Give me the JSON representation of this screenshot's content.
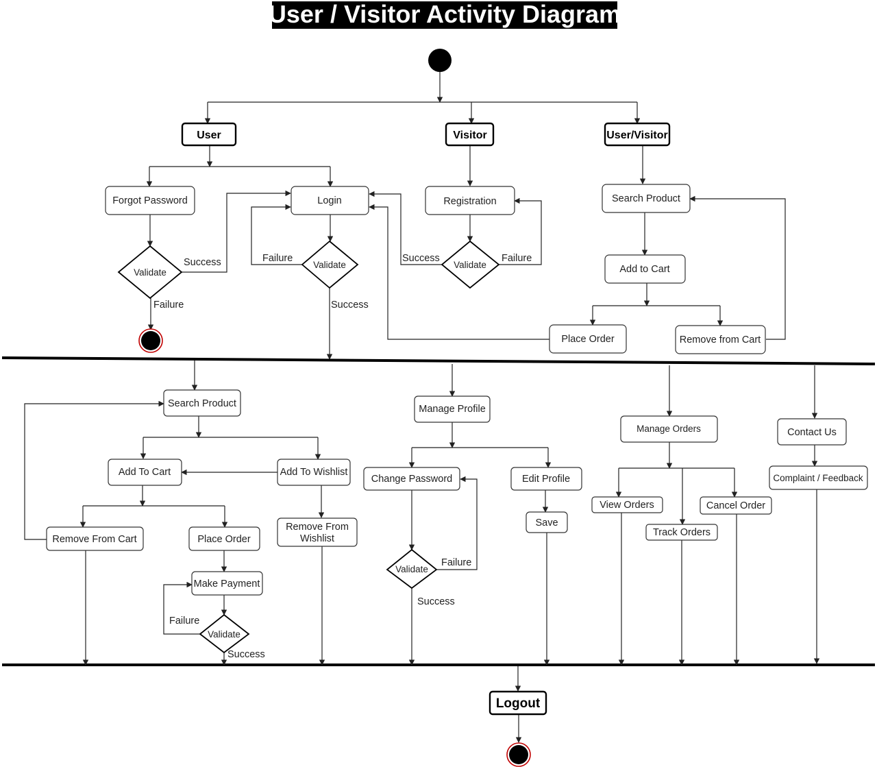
{
  "title": "User / Visitor Activity Diagram",
  "actors": {
    "user": "User",
    "visitor": "Visitor",
    "user_visitor": "User/Visitor"
  },
  "top": {
    "forgot_password": "Forgot Password",
    "login": "Login",
    "registration": "Registration",
    "search_product": "Search Product",
    "add_to_cart": "Add to Cart",
    "place_order": "Place Order",
    "remove_from_cart": "Remove from Cart"
  },
  "bottom": {
    "search_product": "Search Product",
    "add_to_cart": "Add To Cart",
    "add_to_wishlist": "Add To Wishlist",
    "remove_from_cart": "Remove From Cart",
    "place_order": "Place Order",
    "remove_from_wishlist_line1": "Remove From",
    "remove_from_wishlist_line2": "Wishlist",
    "make_payment": "Make Payment",
    "manage_profile": "Manage Profile",
    "change_password": "Change Password",
    "edit_profile": "Edit Profile",
    "save": "Save",
    "manage_orders": "Manage Orders",
    "view_orders": "View Orders",
    "track_orders": "Track Orders",
    "cancel_order": "Cancel Order",
    "contact_us": "Contact Us",
    "complaint_feedback": "Complaint / Feedback"
  },
  "decision": "Validate",
  "labels": {
    "success": "Success",
    "failure": "Failure"
  },
  "logout": "Logout"
}
